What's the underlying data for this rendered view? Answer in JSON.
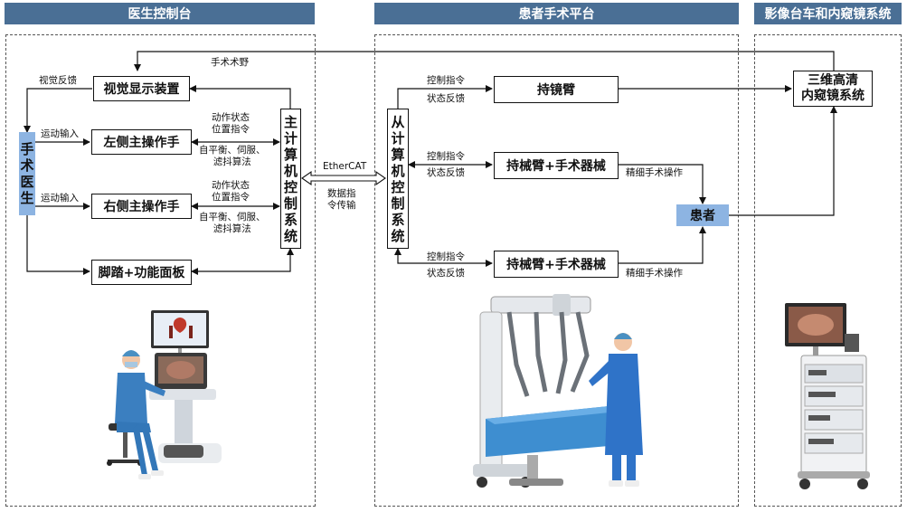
{
  "headers": {
    "surgeon_console": "医生控制台",
    "patient_platform": "患者手术平台",
    "imaging_system": "影像台车和内窥镜系统"
  },
  "boxes": {
    "visual_display": "视觉显示装置",
    "left_master": "左侧主操作手",
    "right_master": "右侧主操作手",
    "pedal_panel": "脚踏+功能面板",
    "surgeon": "手术医生",
    "master_computer": "主计算机控制系统",
    "slave_computer": "从计算机控制系统",
    "scope_arm": "持镜臂",
    "instrument_arm_1": "持械臂+手术器械",
    "instrument_arm_2": "持械臂+手术器械",
    "patient": "患者",
    "endoscope_system": "三维高清\n内窥镜系统"
  },
  "labels": {
    "surgical_field": "手术术野",
    "visual_feedback": "视觉反馈",
    "motion_input_left": "运动输入",
    "motion_input_right": "运动输入",
    "left_status": "动作状态\n位置指令",
    "left_algo": "自平衡、伺服、\n滤抖算法",
    "right_status": "动作状态\n位置指令",
    "right_algo": "自平衡、伺服、\n滤抖算法",
    "ethercat": "EtherCAT",
    "data_transfer": "数据指\n令传输",
    "ctrl_cmd_1": "控制指令",
    "status_fb_1": "状态反馈",
    "ctrl_cmd_2": "控制指令",
    "status_fb_2": "状态反馈",
    "ctrl_cmd_3": "控制指令",
    "status_fb_3": "状态反馈",
    "fine_op_1": "精细手术操作",
    "fine_op_2": "精细手术操作"
  },
  "colors": {
    "header_bg": "#4a6f95",
    "surgeon_box": "#8db4e2",
    "patient_box": "#8db4e2"
  }
}
